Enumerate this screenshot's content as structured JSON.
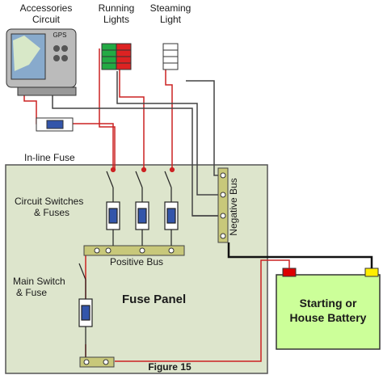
{
  "labels": {
    "accessories": [
      "Accessories",
      "Circuit"
    ],
    "running": [
      "Running",
      "Lights"
    ],
    "steaming": [
      "Steaming",
      "Light"
    ],
    "gps": "GPS",
    "inline_fuse": "In-line Fuse",
    "circuit_switches": [
      "Circuit Switches",
      "& Fuses"
    ],
    "positive_bus": "Positive Bus",
    "negative_bus": "Negative Bus",
    "main_switch": [
      "Main Switch",
      "& Fuse"
    ],
    "fuse_panel": "Fuse Panel",
    "battery": [
      "Starting or",
      "House Battery"
    ],
    "figure": "Figure 15"
  },
  "colors": {
    "panel_fill": "#dde5cc",
    "battery_fill": "#ccff99",
    "bus_fill": "#c8c87a",
    "positive_wire": "#cc2222",
    "negative_wire": "#444444",
    "terminal_positive": "#dd0000",
    "terminal_negative": "#ffee00",
    "running_light_green": "#22aa44",
    "running_light_red": "#dd2222",
    "fuse_fill": "#3355aa"
  }
}
